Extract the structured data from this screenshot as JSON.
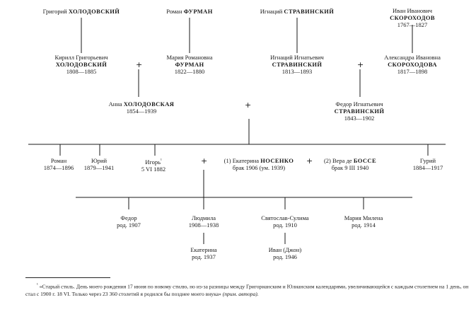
{
  "gen1": {
    "kholodovsky": {
      "first": "Григорий",
      "surname": "ХОЛОДОВСКИЙ"
    },
    "furman": {
      "first": "Роман",
      "surname": "ФУРМАН"
    },
    "stravinsky": {
      "first": "Игнаций",
      "surname": "СТРАВИНСКИЙ"
    },
    "skorokhodov": {
      "first": "Иван Иванович",
      "surname": "СКОРОХОДОВ",
      "dates": "1767—1827"
    }
  },
  "gen2": {
    "kirill": {
      "first": "Кирилл Григорьевич",
      "surname": "ХОЛОДОВСКИЙ",
      "dates": "1808—1885"
    },
    "maria": {
      "first": "Мария Романовна",
      "surname": "ФУРМАН",
      "dates": "1822—1880"
    },
    "ignaty": {
      "first": "Игнаций Игнатьевич",
      "surname": "СТРАВИНСКИЙ",
      "dates": "1813—1893"
    },
    "alexandra": {
      "first": "Александра Ивановна",
      "surname": "СКОРОХОДОВА",
      "dates": "1817—1898"
    }
  },
  "gen3": {
    "anna": {
      "first": "Анна",
      "surname": "ХОЛОДОВСКАЯ",
      "dates": "1854—1939"
    },
    "fedor": {
      "first": "Федор Игнатьевич",
      "surname": "СТРАВИНСКИЙ",
      "dates": "1843—1902"
    }
  },
  "gen4": {
    "roman": {
      "first": "Роман",
      "dates": "1874—1896"
    },
    "yury": {
      "first": "Юрий",
      "dates": "1879—1941"
    },
    "igor": {
      "first": "Игорь",
      "footnote_mark": "¹",
      "dates": "5 VI 1882"
    },
    "marriage": {
      "first_label": "(1) Екатерина",
      "first_surname": "НОСЕНКО",
      "first_detail": "брак 1906 (ум. 1939)",
      "second_label": "(2) Вера де",
      "second_surname": "БОССЕ",
      "second_detail": "брак 9 III 1940"
    },
    "gury": {
      "first": "Гурий",
      "dates": "1884—1917"
    }
  },
  "gen5": {
    "fedor": {
      "first": "Федор",
      "dates": "род. 1907"
    },
    "lyudmila": {
      "first": "Людмила",
      "dates": "1908—1938"
    },
    "svyatoslav": {
      "first": "Святослав-Сулима",
      "dates": "род. 1910"
    },
    "maria": {
      "first": "Мария Милена",
      "dates": "род. 1914"
    }
  },
  "gen6": {
    "ekaterina": {
      "first": "Екатерина",
      "dates": "род. 1937"
    },
    "ivan": {
      "first": "Иван (Джон)",
      "dates": "род. 1946"
    }
  },
  "plus_sign": "+",
  "footnote": {
    "mark": "¹",
    "text": "«Старый стиль. День моего рождения 17 июня по новому стилю, но из-за разницы между Григорианским и Юлианским календарями, увеличивающейся с каждым столетием на 1 день, он стал с 1900 г. 18 VI. Только через 23 360 столетий я родился бы позднее моего внука»",
    "note": "(прим. автора)."
  }
}
